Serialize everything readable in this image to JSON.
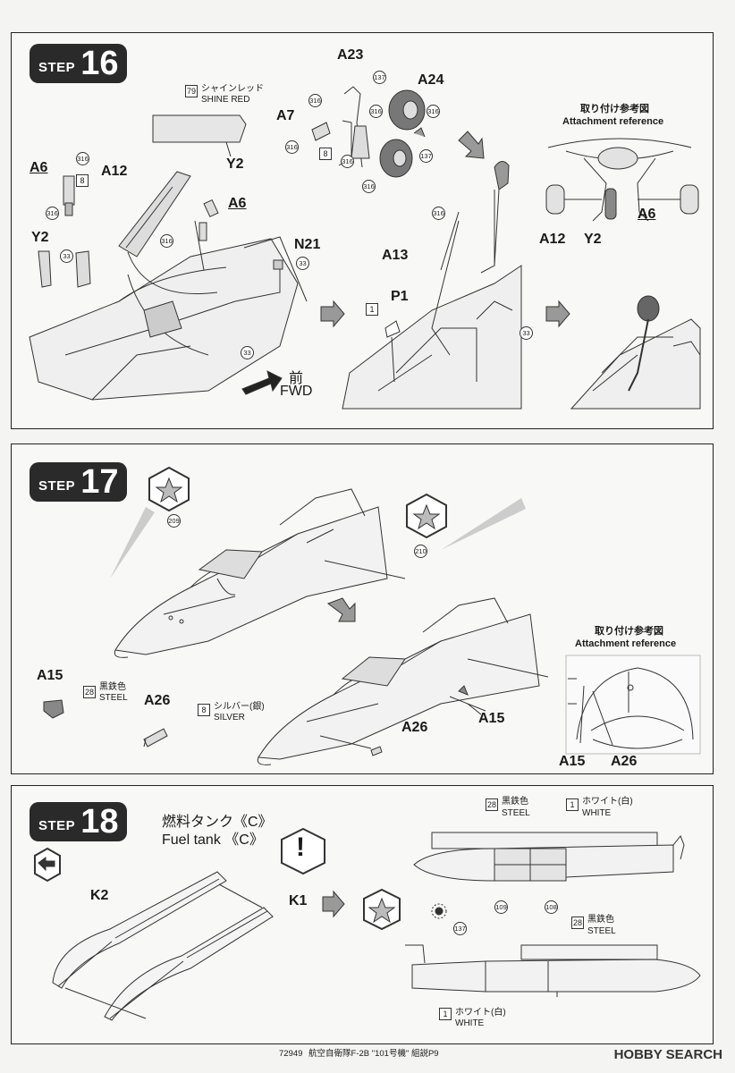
{
  "step16": {
    "step_word": "STEP",
    "step_number": "16",
    "paint_79_num": "79",
    "paint_79_jp": "シャインレッド",
    "paint_79_en": "SHINE RED",
    "parts": {
      "A6_left": "A6",
      "A12": "A12",
      "Y2_top": "Y2",
      "A6_mid": "A6",
      "Y2_left": "Y2",
      "N21": "N21",
      "A23": "A23",
      "A24": "A24",
      "A7": "A7",
      "A13": "A13",
      "P1": "P1",
      "A12_ref": "A12",
      "Y2_ref": "Y2",
      "A6_ref": "A6"
    },
    "codes": {
      "c316": "316",
      "c8": "8",
      "c33": "33",
      "c137": "137",
      "c1": "1"
    },
    "fwd_jp": "前",
    "fwd_en": "FWD",
    "ref_jp": "取り付け参考図",
    "ref_en": "Attachment reference"
  },
  "step17": {
    "step_word": "STEP",
    "step_number": "17",
    "decal_209": "209",
    "decal_210": "210",
    "A15": "A15",
    "A26": "A26",
    "A15_b": "A15",
    "A26_b": "A26",
    "paint_28_num": "28",
    "paint_28_jp": "黒鉄色",
    "paint_28_en": "STEEL",
    "paint_8_num": "8",
    "paint_8_jp": "シルバー(銀)",
    "paint_8_en": "SILVER",
    "ref_jp": "取り付け参考図",
    "ref_en": "Attachment reference",
    "ref_A15": "A15",
    "ref_A26": "A26"
  },
  "step18": {
    "step_word": "STEP",
    "step_number": "18",
    "title_jp": "燃料タンク《C》",
    "title_en": "Fuel tank 《C》",
    "K1": "K1",
    "K2": "K2",
    "exclaim": "!",
    "top_paint_28_num": "28",
    "top_paint_28_jp": "黒鉄色",
    "top_paint_28_en": "STEEL",
    "top_paint_1_num": "1",
    "top_paint_1_jp": "ホワイト(白)",
    "top_paint_1_en": "WHITE",
    "decal_109": "109",
    "decal_108": "108",
    "decal_137": "137",
    "bot_paint_28_num": "28",
    "bot_paint_28_jp": "黒鉄色",
    "bot_paint_28_en": "STEEL",
    "bot_paint_1_num": "1",
    "bot_paint_1_jp": "ホワイト(白)",
    "bot_paint_1_en": "WHITE"
  },
  "footer": {
    "code": "72949",
    "text": "航空自衛隊F-2B \"101号機\" 組説P9",
    "watermark": "HOBBY SEARCH"
  }
}
